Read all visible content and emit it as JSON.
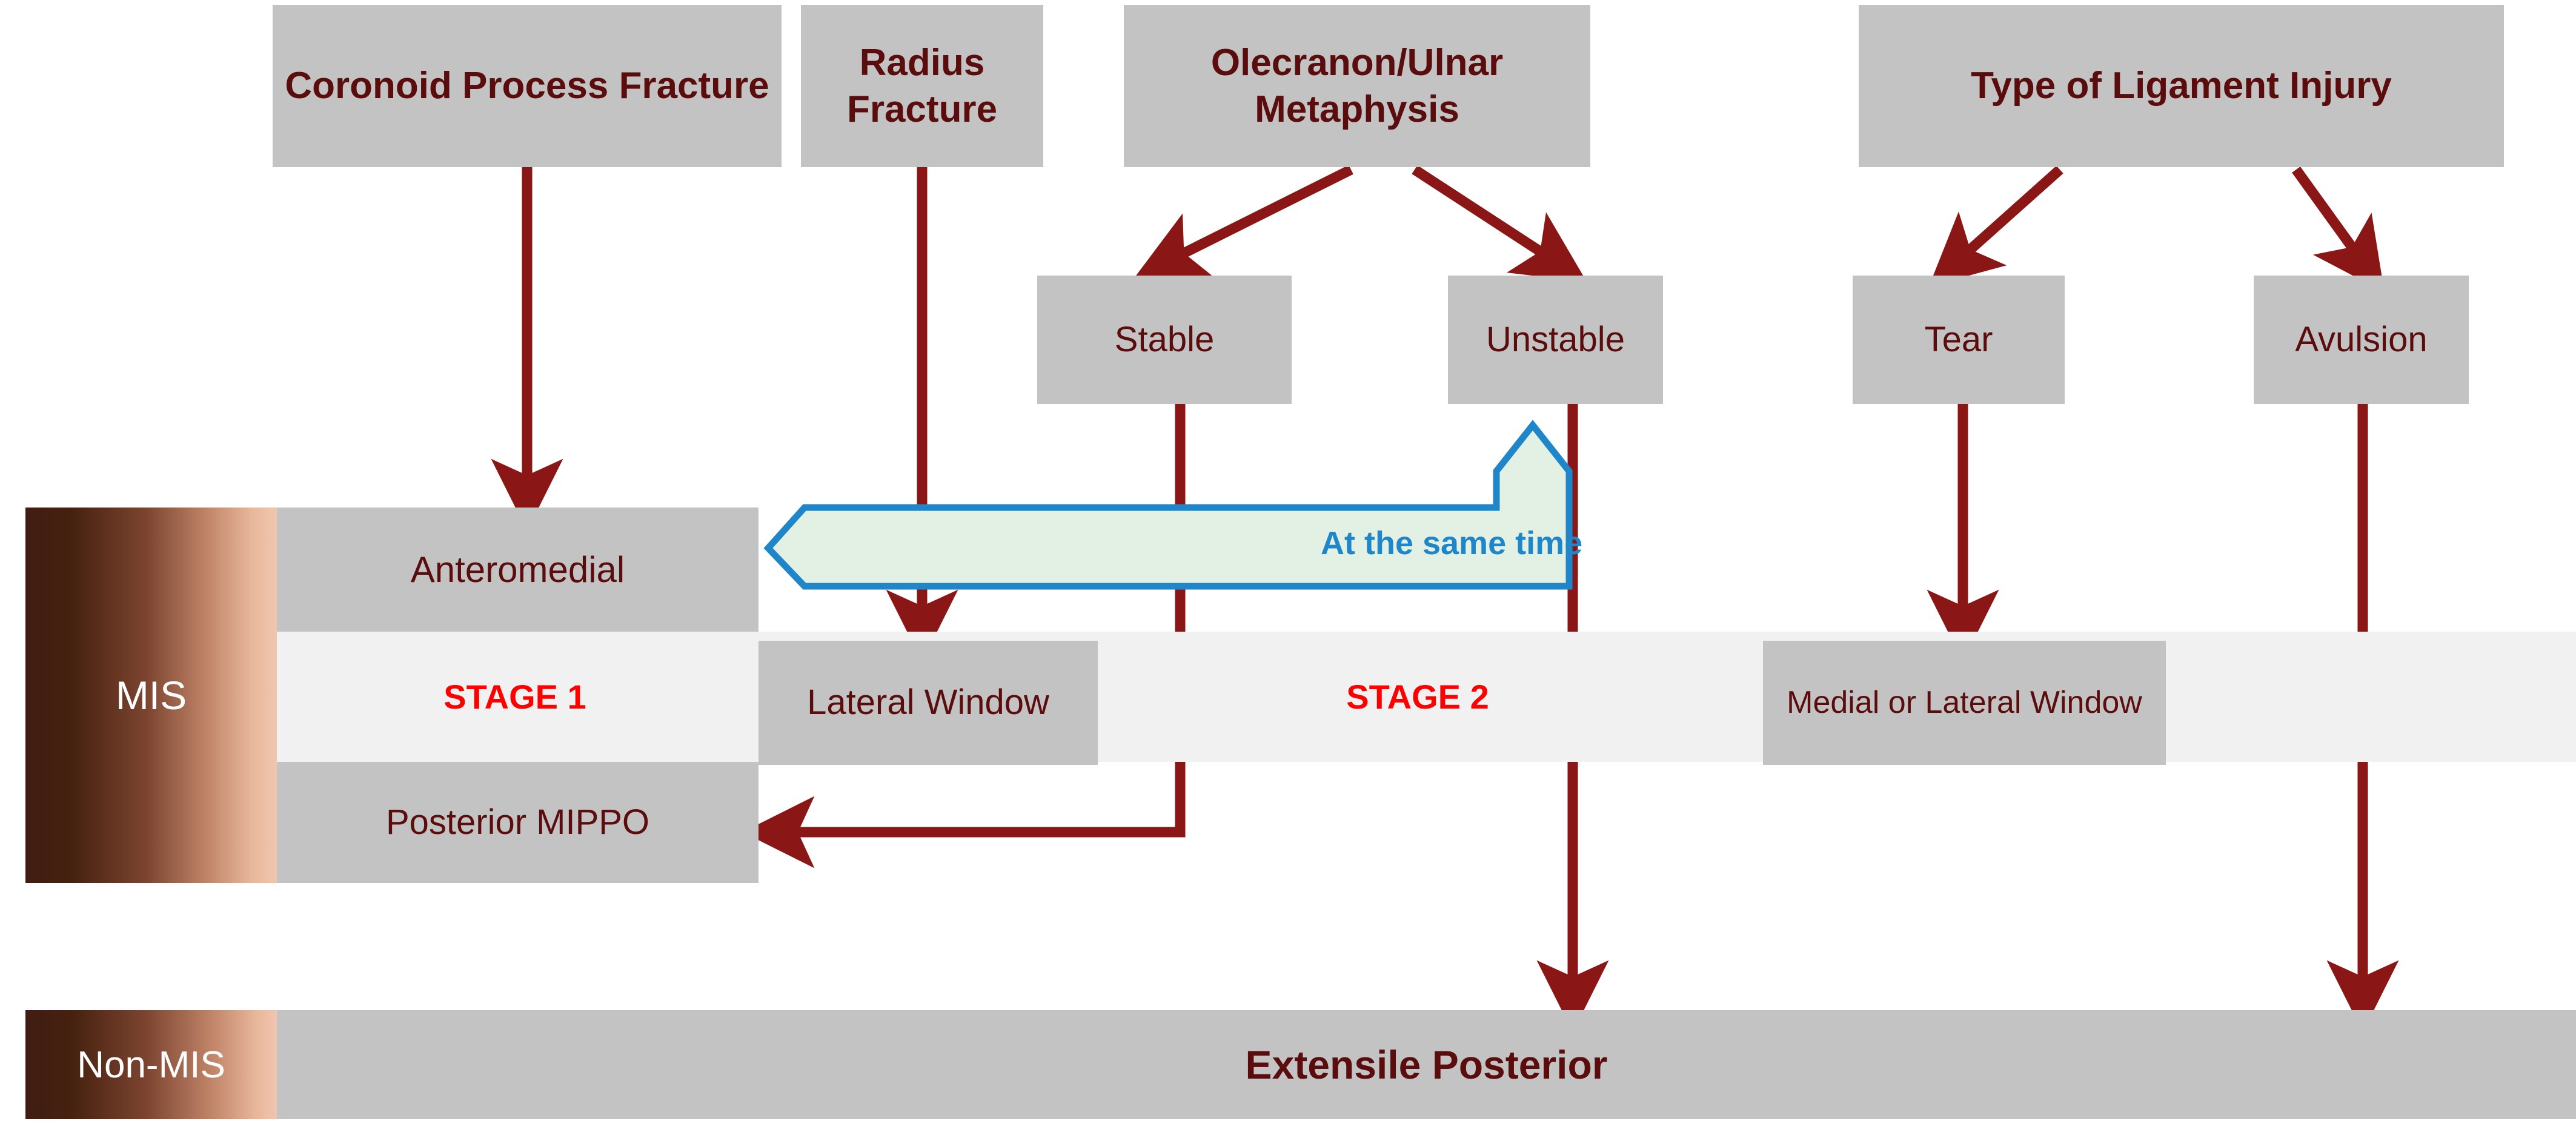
{
  "diagram": {
    "title": "Elbow Fracture Surgical Approach Algorithm",
    "colors": {
      "box_fill": "#c3c3c3",
      "box_text": "#5b0d0d",
      "arrow": "#8a1616",
      "stage_label": "#ff0000",
      "callout_outline": "#1f87c9",
      "callout_fill": "#e3f1e4",
      "band_light": "#f1f1f1",
      "gradient_dark": "#3f1d12",
      "gradient_light": "#f1c6ae"
    }
  },
  "top_row": [
    {
      "id": "coronoid",
      "label": "Coronoid Process Fracture"
    },
    {
      "id": "radius",
      "label": "Radius Fracture"
    },
    {
      "id": "olecranon",
      "label": "Olecranon/Ulnar Metaphysis"
    },
    {
      "id": "ligament",
      "label": "Type of Ligament Injury"
    }
  ],
  "second_row": [
    {
      "id": "stable",
      "label": "Stable"
    },
    {
      "id": "unstable",
      "label": "Unstable"
    },
    {
      "id": "tear",
      "label": "Tear"
    },
    {
      "id": "avulsion",
      "label": "Avulsion"
    }
  ],
  "mis": {
    "band_label": "MIS",
    "rows": [
      {
        "id": "anteromedial",
        "label": "Anteromedial"
      },
      {
        "id": "posterior-mippo",
        "label": "Posterior MIPPO"
      }
    ],
    "windows": [
      {
        "id": "lateral-window",
        "label": "Lateral Window"
      },
      {
        "id": "medial-or-lateral-window",
        "label": "Medial or Lateral Window"
      }
    ],
    "stages": [
      {
        "id": "stage-1",
        "label": "STAGE 1"
      },
      {
        "id": "stage-2",
        "label": "STAGE 2"
      }
    ]
  },
  "callout": {
    "label": "At the same time"
  },
  "non_mis": {
    "band_label": "Non-MIS",
    "approach_label": "Extensile Posterior"
  },
  "connections": [
    {
      "from": "coronoid",
      "to": "anteromedial",
      "type": "straight-down"
    },
    {
      "from": "radius",
      "to": "lateral-window",
      "type": "straight-down"
    },
    {
      "from": "olecranon",
      "to": "stable",
      "type": "diagonal-left"
    },
    {
      "from": "olecranon",
      "to": "unstable",
      "type": "diagonal-right"
    },
    {
      "from": "ligament",
      "to": "tear",
      "type": "diagonal-left"
    },
    {
      "from": "ligament",
      "to": "avulsion",
      "type": "diagonal-right"
    },
    {
      "from": "stable",
      "to": "posterior-mippo",
      "type": "down-then-left"
    },
    {
      "from": "unstable",
      "to": "extensile-posterior",
      "type": "straight-down"
    },
    {
      "from": "tear",
      "to": "medial-or-lateral-window",
      "type": "straight-down"
    },
    {
      "from": "avulsion",
      "to": "extensile-posterior",
      "type": "straight-down"
    },
    {
      "from": "unstable",
      "to": "anteromedial",
      "type": "callout-bent-left"
    }
  ]
}
